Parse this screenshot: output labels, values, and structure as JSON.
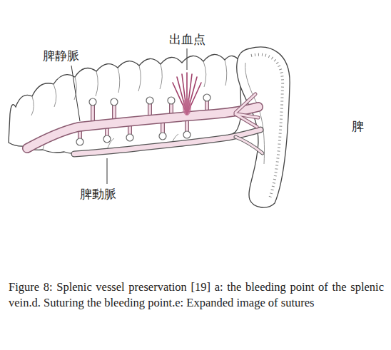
{
  "diagram": {
    "caption": "Figure 8: Splenic vessel preservation [19] a: the bleeding point of the splenic vein.d. Suturing the bleeding point.e: Expanded image of sutures",
    "labels": [
      "出血点",
      "脾静脈",
      "脾",
      "脾動脈"
    ]
  }
}
